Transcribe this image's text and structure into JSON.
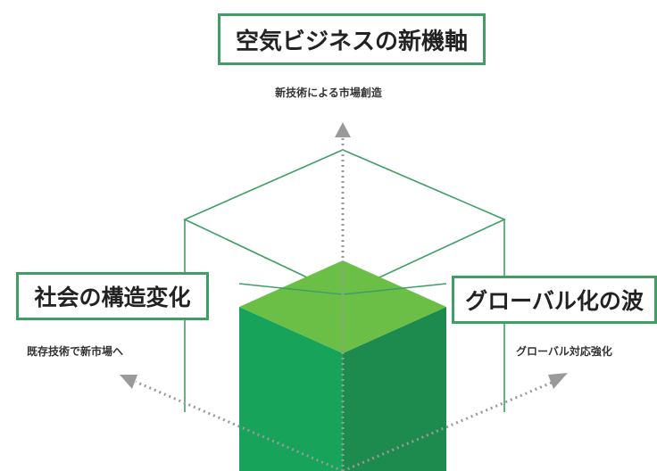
{
  "title_top": "空気ビジネスの新機軸",
  "subtitle_top": "新技術による市場創造",
  "title_left": "社会の構造変化",
  "subtitle_left": "既存技術で新市場へ",
  "title_right": "グローバル化の波",
  "subtitle_right": "グローバル対応強化",
  "colors": {
    "frame_green": "#3e9e64",
    "cube_top": "#6cbf46",
    "cube_left": "#17a35a",
    "cube_right": "#1d8a4e",
    "arrow_gray": "#9a9a9a"
  }
}
